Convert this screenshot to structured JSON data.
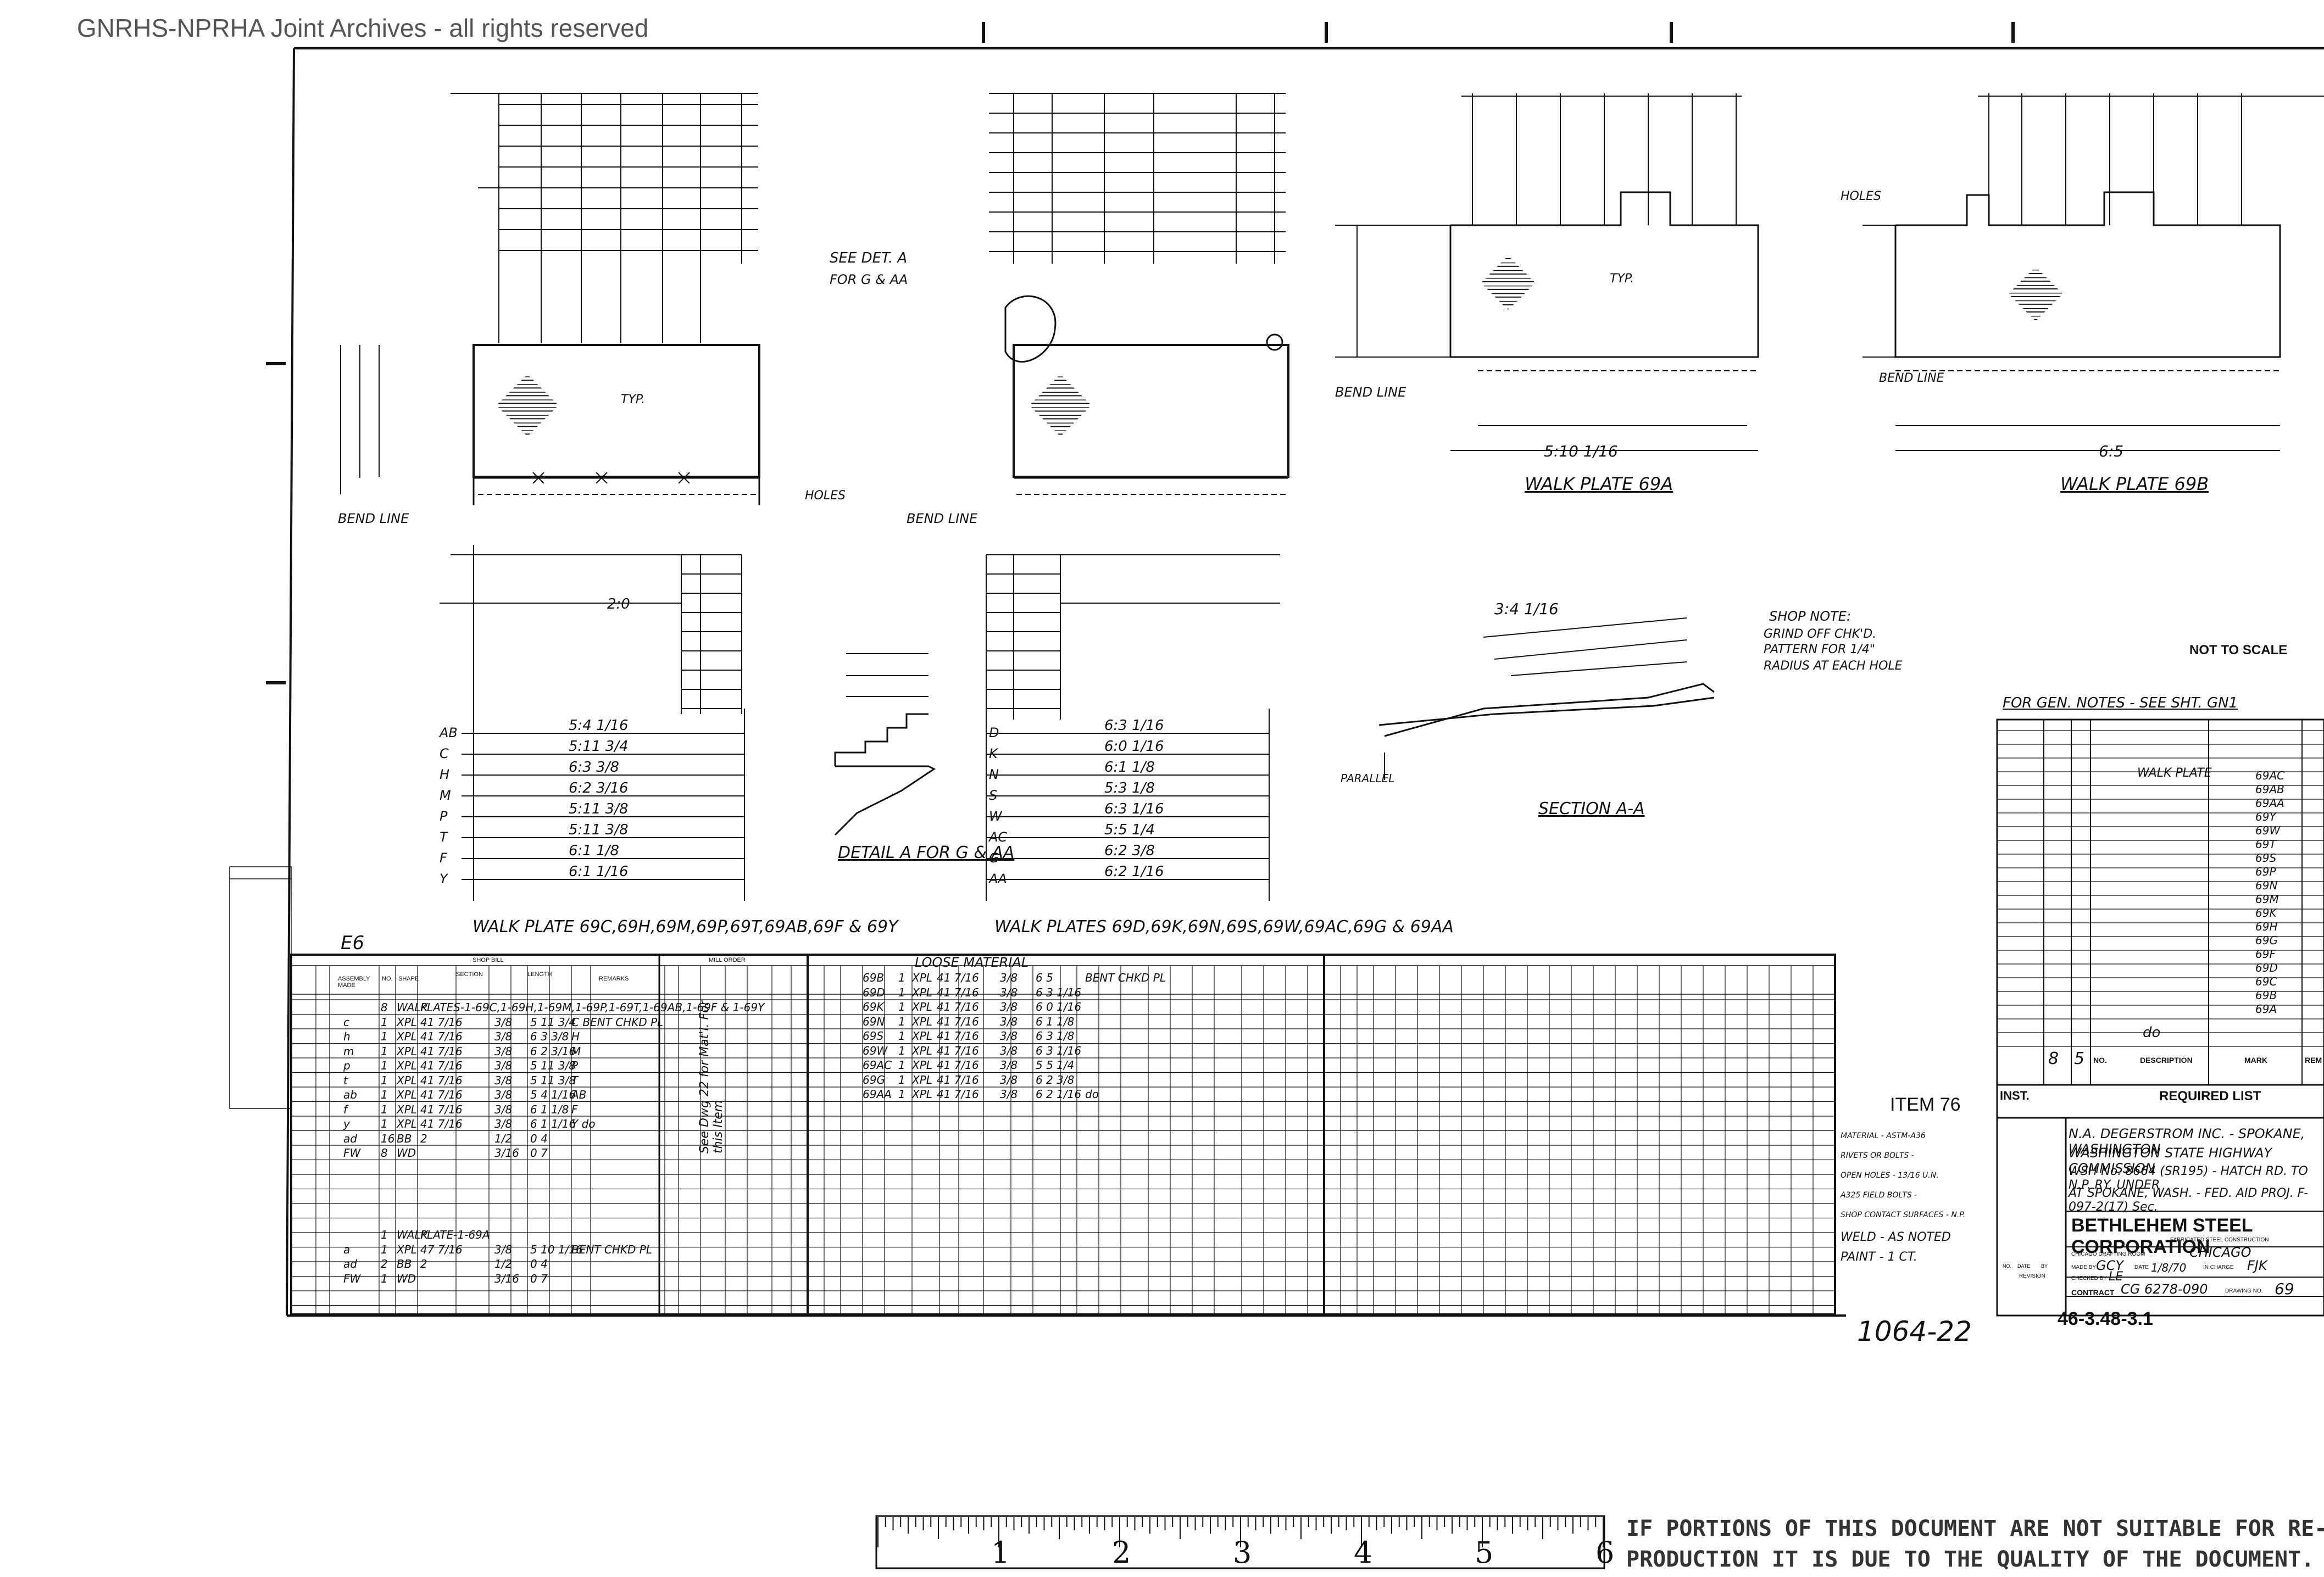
{
  "watermark": "GNRHS-NPRHA Joint Archives - all rights reserved",
  "drawing": {
    "left_plate_title": "WALK PLATE 69C,69H,69M,69P,69T,69AB,69F & 69Y",
    "middle_plate_title": "WALK PLATES 69D,69K,69N,69S,69W,69AC,69G & 69AA",
    "plate_69a_title": "WALK PLATE 69A",
    "plate_69b_title": "WALK PLATE 69B",
    "section_title": "SECTION A-A",
    "detail_title": "DETAIL A FOR G & AA",
    "bend_line": "BEND LINE",
    "holes_note": "HOLES",
    "see_det": "SEE DET. A",
    "for_g_aa": "FOR G & AA",
    "not_to_scale": "NOT TO SCALE",
    "gen_notes": "FOR GEN. NOTES - SEE SHT. GN1",
    "shop_note_title": "SHOP NOTE:",
    "shop_note_lines": [
      "GRIND OFF CHK'D.",
      "PATTERN FOR 1/4\"",
      "RADIUS AT EACH HOLE"
    ],
    "parallel": "PARALLEL",
    "typ": "TYP.",
    "item_label": "ITEM 76",
    "drawing_number": "1064-22",
    "ref_number": "46-3.48-3.1",
    "left_marks": [
      "AB",
      "C",
      "H",
      "M",
      "P",
      "T",
      "F",
      "Y"
    ],
    "left_lengths": [
      "5:4 1/16",
      "5:11 3/4",
      "6:3 3/8",
      "6:2 3/16",
      "5:11 3/8",
      "5:11 3/8",
      "6:1 1/8",
      "6:1 1/16"
    ],
    "mid_marks": [
      "D",
      "K",
      "N",
      "S",
      "W",
      "AC",
      "G",
      "AA"
    ],
    "mid_lengths": [
      "6:3 1/16",
      "6:0 1/16",
      "6:1 1/8",
      "5:3 1/8",
      "6:3 1/16",
      "5:5 1/4",
      "6:2 3/8",
      "6:2 1/16"
    ],
    "dims_2_0": "2:0",
    "dim_5_10": "5:10 1/16",
    "dim_6_5": "6:5",
    "dim_3_4": "3:4 1/16"
  },
  "bill": {
    "e6_label": "E6",
    "header_shop": "SHOP BILL",
    "header_mill": "MILL ORDER",
    "loose_material": "LOOSE MATERIAL",
    "col_assembly": "ASSEMBLY MADE",
    "col_no": "NO.",
    "col_shape": "SHAPE",
    "col_section": "SECTION",
    "col_length": "LENGTH",
    "col_remarks": "REMARKS",
    "rows": [
      {
        "mark": "",
        "no": "8",
        "shape": "WALK",
        "section": "PLATES-1-69C,1-69H,1-69M,1-69P,1-69T,1-69AB,1-69F & 1-69Y",
        "thick": "",
        "len": "",
        "rem": ""
      },
      {
        "mark": "c",
        "no": "1",
        "shape": "XPL",
        "section": "41 7/16",
        "thick": "3/8",
        "len": "5 11 3/4",
        "rem": "C  BENT CHKD PL"
      },
      {
        "mark": "h",
        "no": "1",
        "shape": "XPL",
        "section": "41 7/16",
        "thick": "3/8",
        "len": "6 3 3/8",
        "rem": "H"
      },
      {
        "mark": "m",
        "no": "1",
        "shape": "XPL",
        "section": "41 7/16",
        "thick": "3/8",
        "len": "6 2 3/16",
        "rem": "M"
      },
      {
        "mark": "p",
        "no": "1",
        "shape": "XPL",
        "section": "41 7/16",
        "thick": "3/8",
        "len": "5 11 3/8",
        "rem": "P"
      },
      {
        "mark": "t",
        "no": "1",
        "shape": "XPL",
        "section": "41 7/16",
        "thick": "3/8",
        "len": "5 11 3/8",
        "rem": "T"
      },
      {
        "mark": "ab",
        "no": "1",
        "shape": "XPL",
        "section": "41 7/16",
        "thick": "3/8",
        "len": "5 4 1/16",
        "rem": "AB"
      },
      {
        "mark": "f",
        "no": "1",
        "shape": "XPL",
        "section": "41 7/16",
        "thick": "3/8",
        "len": "6 1 1/8",
        "rem": "F"
      },
      {
        "mark": "y",
        "no": "1",
        "shape": "XPL",
        "section": "41 7/16",
        "thick": "3/8",
        "len": "6 1 1/16",
        "rem": "Y   do"
      },
      {
        "mark": "ad",
        "no": "16",
        "shape": "BB",
        "section": "2",
        "thick": "1/2",
        "len": "0 4",
        "rem": ""
      },
      {
        "mark": "FW",
        "no": "8",
        "shape": "WD",
        "section": "",
        "thick": "3/16",
        "len": "0 7",
        "rem": ""
      }
    ],
    "rows2": [
      {
        "mark": "",
        "no": "1",
        "shape": "WALK",
        "section": "PLATE-1-69A",
        "thick": "",
        "len": "",
        "rem": ""
      },
      {
        "mark": "a",
        "no": "1",
        "shape": "XPL",
        "section": "47 7/16",
        "thick": "3/8",
        "len": "5 10 1/16",
        "rem": "BENT CHKD PL"
      },
      {
        "mark": "ad",
        "no": "2",
        "shape": "BB",
        "section": "2",
        "thick": "1/2",
        "len": "0 4",
        "rem": ""
      },
      {
        "mark": "FW",
        "no": "1",
        "shape": "WD",
        "section": "",
        "thick": "3/16",
        "len": "0 7",
        "rem": ""
      }
    ],
    "loose": [
      {
        "mark": "69B",
        "no": "1",
        "shape": "XPL",
        "section": "41 7/16",
        "thick": "3/8",
        "len": "6 5",
        "rem": "BENT CHKD PL"
      },
      {
        "mark": "69D",
        "no": "1",
        "shape": "XPL",
        "section": "41 7/16",
        "thick": "3/8",
        "len": "6 3 1/16",
        "rem": ""
      },
      {
        "mark": "69K",
        "no": "1",
        "shape": "XPL",
        "section": "41 7/16",
        "thick": "3/8",
        "len": "6 0 1/16",
        "rem": ""
      },
      {
        "mark": "69N",
        "no": "1",
        "shape": "XPL",
        "section": "41 7/16",
        "thick": "3/8",
        "len": "6 1 1/8",
        "rem": ""
      },
      {
        "mark": "69S",
        "no": "1",
        "shape": "XPL",
        "section": "41 7/16",
        "thick": "3/8",
        "len": "6 3 1/8",
        "rem": ""
      },
      {
        "mark": "69W",
        "no": "1",
        "shape": "XPL",
        "section": "41 7/16",
        "thick": "3/8",
        "len": "6 3 1/16",
        "rem": ""
      },
      {
        "mark": "69AC",
        "no": "1",
        "shape": "XPL",
        "section": "41 7/16",
        "thick": "3/8",
        "len": "5 5 1/4",
        "rem": ""
      },
      {
        "mark": "69G",
        "no": "1",
        "shape": "XPL",
        "section": "41 7/16",
        "thick": "3/8",
        "len": "6 2 3/8",
        "rem": ""
      },
      {
        "mark": "69AA",
        "no": "1",
        "shape": "XPL",
        "section": "41 7/16",
        "thick": "3/8",
        "len": "6 2 1/16",
        "rem": "do"
      }
    ],
    "side_note": "See Dwg 22 for Mat'l. For this Item",
    "material_notes": [
      "MATERIAL - ASTM-A36",
      "RIVETS OR BOLTS -",
      "OPEN HOLES - 13/16 U.N.",
      "A325 FIELD BOLTS -",
      "SHOP CONTACT SURFACES - N.P.",
      "WELD - AS NOTED",
      "PAINT - 1 CT."
    ]
  },
  "required_list": {
    "title": "REQUIRED LIST",
    "inst": "INST.",
    "col_no": "NO.",
    "col_desc": "DESCRIPTION",
    "col_mark": "MARK",
    "col_rem": "REM",
    "desc_first": "WALK PLATE",
    "desc_last": "do",
    "totals": [
      "8",
      "5"
    ],
    "marks": [
      "69AC",
      "69AB",
      "69AA",
      "69Y",
      "69W",
      "69T",
      "69S",
      "69P",
      "69N",
      "69M",
      "69K",
      "69H",
      "69G",
      "69F",
      "69D",
      "69C",
      "69B",
      "69A"
    ]
  },
  "title_block": {
    "line1": "N.A. DEGERSTROM INC. - SPOKANE, WASHINGTON",
    "line2": "WASHINGTON STATE HIGHWAY COMMISSION",
    "line3": "WSH No. 8664 (SR195) - HATCH RD. TO N.P. RY. UNDER",
    "line4": "AT SPOKANE, WASH. - FED. AID PROJ. F-097-2(17) Sec.",
    "company": "BETHLEHEM STEEL CORPORATION",
    "subtitle": "FABRICATED STEEL CONSTRUCTION",
    "office_label": "CHICAGO DRAFTING ROOM",
    "office": "CHICAGO",
    "made_by_label": "MADE BY",
    "made_by": "GCY",
    "checked_by_label": "CHECKED BY",
    "checked_by": "LE",
    "date_label": "DATE",
    "date": "1/8/70",
    "in_charge_label": "IN CHARGE",
    "in_charge": "FJK",
    "contract_label": "CONTRACT",
    "contract": "CG 6278-090",
    "drawing_no_label": "DRAWING NO.",
    "drawing_no": "69",
    "revision": "REVISION",
    "no_label": "NO.",
    "date_col": "DATE",
    "by_col": "BY"
  },
  "ruler": {
    "numbers": [
      "1",
      "2",
      "3",
      "4",
      "5",
      "6"
    ]
  },
  "notice": {
    "line1": "IF PORTIONS OF THIS DOCUMENT ARE NOT SUITABLE FOR RE-",
    "line2": "PRODUCTION IT IS DUE TO THE QUALITY OF THE DOCUMENT."
  },
  "colors": {
    "ink": "#111111",
    "paper": "#ffffff",
    "watermark": "#555555"
  }
}
